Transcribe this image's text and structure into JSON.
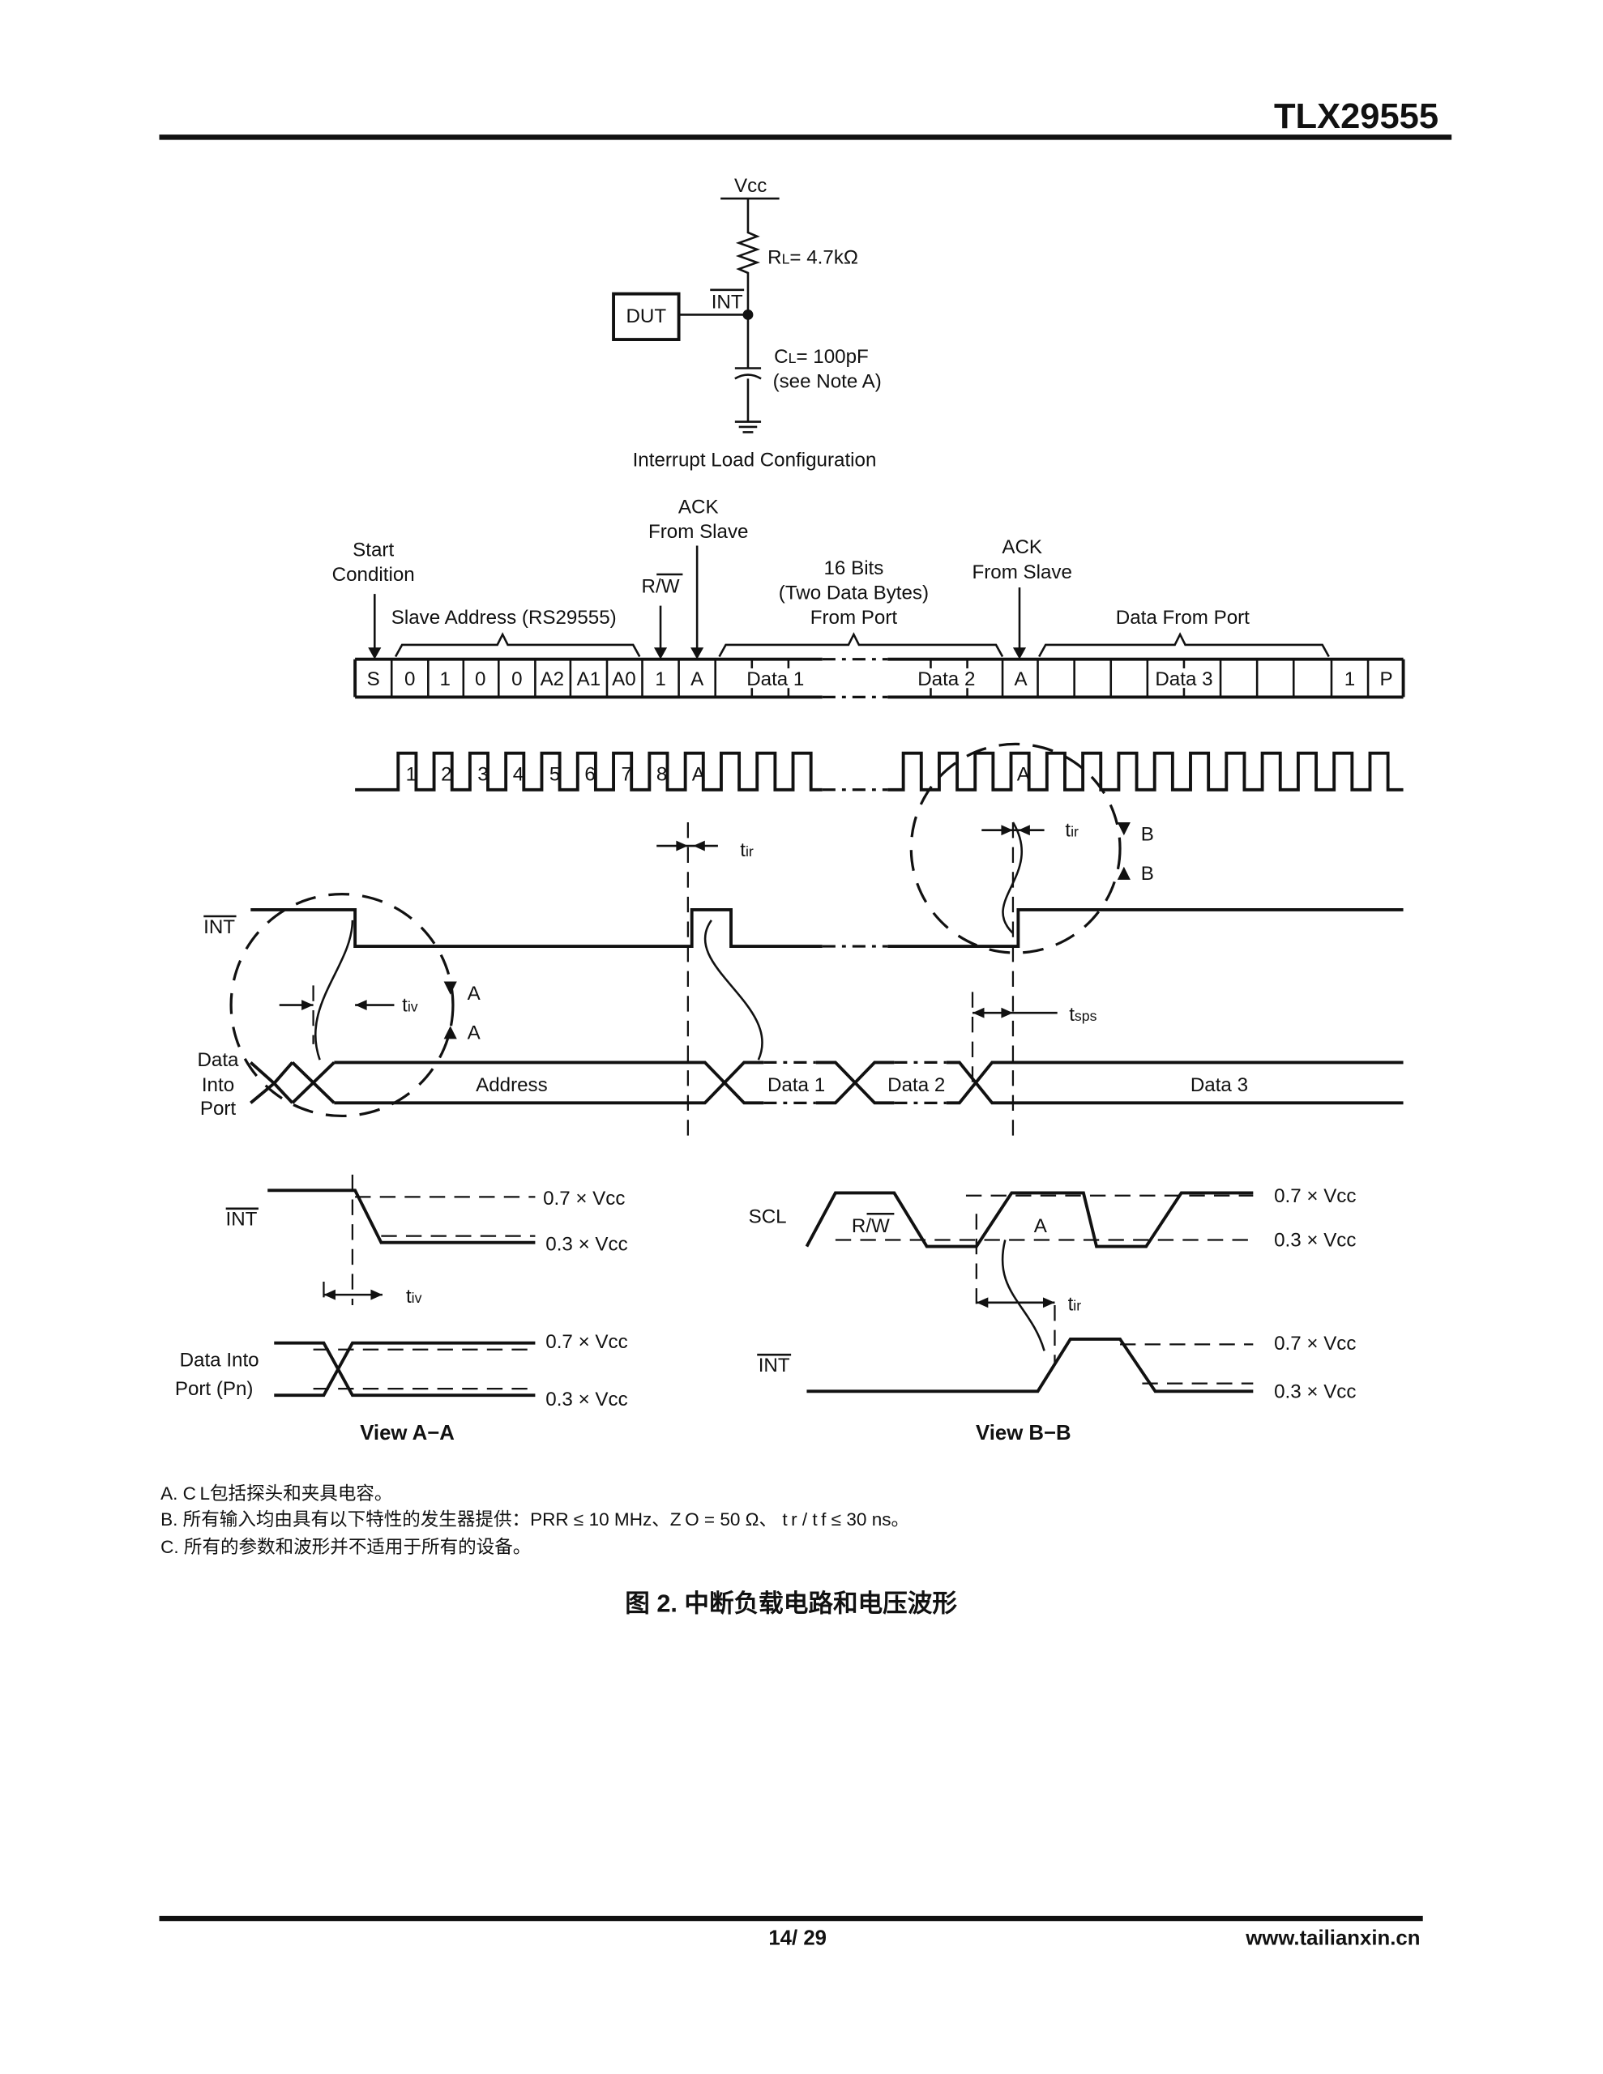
{
  "header": {
    "part_number": "TLX29555"
  },
  "circuit": {
    "vcc": "Vcc",
    "rl_prefix": "R",
    "rl_sub": "L",
    "rl_value": "= 4.7kΩ",
    "int_label": "INT",
    "dut": "DUT",
    "cl_prefix": "C",
    "cl_sub": "L",
    "cl_value": "= 100pF",
    "cl_note": "(see Note A)",
    "caption": "Interrupt Load Configuration"
  },
  "frame": {
    "ack1": [
      "ACK",
      "From Slave"
    ],
    "start": [
      "Start",
      "Condition"
    ],
    "rw": "R/W",
    "bits16": [
      "16 Bits",
      "(Two  Data Bytes)",
      "From Port"
    ],
    "ack2": [
      "ACK",
      "From Slave"
    ],
    "slave_address": "Slave Address (RS29555)",
    "data_from_port": "Data From Port",
    "cells": [
      "S",
      "0",
      "1",
      "0",
      "0",
      "A2",
      "A1",
      "A0",
      "1",
      "A",
      "Data 1",
      "Data 2",
      "A",
      "Data 3",
      "1",
      "P"
    ]
  },
  "clock_labels": [
    "1",
    "2",
    "3",
    "4",
    "5",
    "6",
    "7",
    "8",
    "A",
    "A"
  ],
  "timing": {
    "int_label": "INT",
    "data_port": [
      "Data",
      "Into",
      "Port"
    ],
    "t_iv": "t",
    "t_iv_sub": "iv",
    "t_ir": "t",
    "t_ir_sub": "ir",
    "t_sps": "t",
    "t_sps_sub": "sps",
    "view_a": "A",
    "view_b": "B",
    "bus": [
      "Address",
      "Data 1",
      "Data 2",
      "Data 3"
    ]
  },
  "view_aa": {
    "int_label": "INT",
    "v07": "0.7 × Vcc",
    "v03": "0.3 × Vcc",
    "t_iv": "t",
    "t_iv_sub": "iv",
    "data_label": [
      "Data Into",
      "Port (Pn)"
    ],
    "title": "View A−A"
  },
  "view_bb": {
    "scl": "SCL",
    "rw": "R/W",
    "a": "A",
    "v07": "0.7 × Vcc",
    "v03": "0.3 × Vcc",
    "t_ir": "t",
    "t_ir_sub": "ir",
    "int_label": "INT",
    "title": "View B−B"
  },
  "notes": [
    "A. C L包括探头和夹具电容。",
    "B. 所有输入均由具有以下特性的发生器提供：PRR ≤ 10 MHz、Z O = 50 Ω、 t r / t f ≤ 30 ns。",
    "C. 所有的参数和波形并不适用于所有的设备。"
  ],
  "figure_caption": "图 2. 中断负载电路和电压波形",
  "footer": {
    "page": "14/ 29",
    "website": "www.tailianxin.cn"
  }
}
